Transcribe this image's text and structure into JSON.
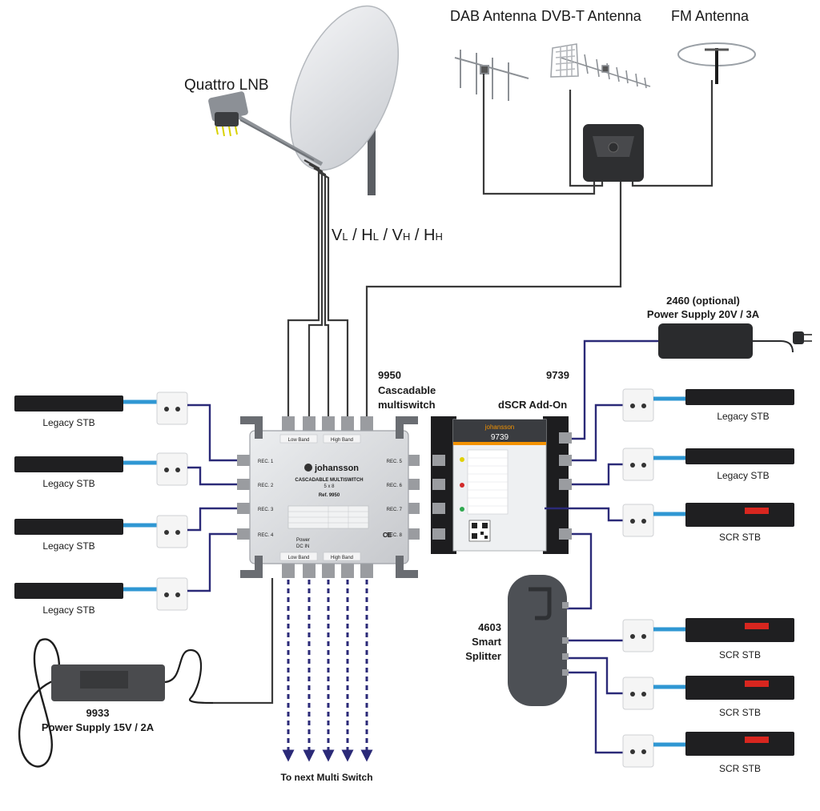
{
  "antennas": {
    "dab": "DAB Antenna",
    "dvbt": "DVB-T Antenna",
    "fm": "FM Antenna"
  },
  "lnb": {
    "label": "Quattro LNB",
    "polarity_parts": [
      "V",
      "L",
      " / H",
      "L",
      " / V",
      "H",
      " / H",
      "H"
    ]
  },
  "multiswitch": {
    "code": "9950",
    "name_line1": "Cascadable",
    "name_line2": "multiswitch",
    "brand": "johansson",
    "title": "CASCADABLE MULTISWITCH",
    "subtitle": "5 x 8",
    "ref": "Ref. 9950",
    "top_bands": [
      "Low Band",
      "High Band"
    ],
    "rec_labels_left": [
      "REC. 1",
      "REC. 2",
      "REC. 3",
      "REC. 4"
    ],
    "rec_labels_right": [
      "REC. 5",
      "REC. 6",
      "REC. 7",
      "REC. 8"
    ],
    "power_label": "Power",
    "dc_label": "DC IN"
  },
  "dscr": {
    "code": "9739",
    "name": "dSCR Add-On",
    "brand": "johansson",
    "model": "9739"
  },
  "psu_optional": {
    "line1": "2460 (optional)",
    "line2": "Power Supply 20V / 3A"
  },
  "psu_main": {
    "line1": "9933",
    "line2": "Power Supply 15V / 2A"
  },
  "splitter": {
    "code": "4603",
    "line1": "Smart",
    "line2": "Splitter"
  },
  "stbs_left": [
    "Legacy STB",
    "Legacy STB",
    "Legacy STB",
    "Legacy STB"
  ],
  "stbs_right": [
    "Legacy STB",
    "Legacy STB",
    "SCR STB",
    "SCR STB",
    "SCR STB",
    "SCR STB"
  ],
  "cascade_label": "To next Multi Switch",
  "colors": {
    "cable_navy": "#2b2a78",
    "cable_dark": "#3a3a3a",
    "stb_cable": "#2f97d3",
    "device_dark": "#222222",
    "switch_body": "#dcdde0",
    "dscr_orange": "#f39200"
  }
}
